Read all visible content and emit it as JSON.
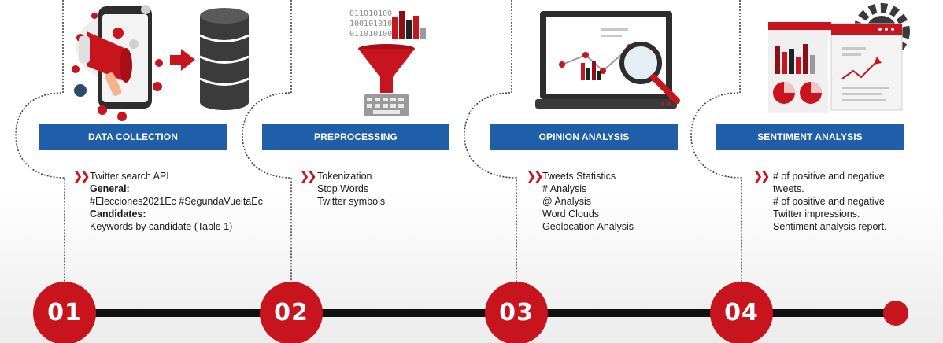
{
  "stages": [
    {
      "number": "01",
      "title": "DATA COLLECTION",
      "lines": [
        "Twitter search API",
        "General:",
        "#Elecciones2021Ec #SegundaVueltaEc",
        "Candidates:",
        "Keywords by candidate (Table 1)"
      ],
      "icon": "megaphone-database-icon"
    },
    {
      "number": "02",
      "title": "PREPROCESSING",
      "lines": [
        "Tokenization",
        "Stop Words",
        "Twitter symbols"
      ],
      "icon": "funnel-binary-icon",
      "binary": [
        "011010100",
        "100101010",
        "011010100"
      ]
    },
    {
      "number": "03",
      "title": "OPINION ANALYSIS",
      "lines": [
        "Tweets Statistics",
        "# Analysis",
        "@ Analysis",
        "Word Clouds",
        "Geolocation Analysis"
      ],
      "icon": "laptop-magnifier-icon"
    },
    {
      "number": "04",
      "title": "SENTIMENT ANALYSIS",
      "lines": [
        "# of positive and negative",
        "tweets.",
        "# of positive and negative",
        "Twitter impressions.",
        "Sentiment analysis report."
      ],
      "icon": "dashboard-gear-icon"
    }
  ],
  "colors": {
    "accent_red": "#c8141c",
    "label_blue": "#1f5ea8",
    "timeline": "#111111"
  }
}
